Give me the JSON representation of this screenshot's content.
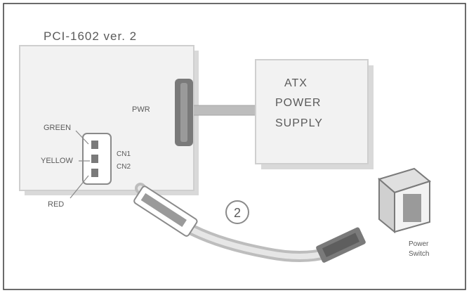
{
  "diagram": {
    "board_title": "PCI-1602 ver. 2",
    "power_supply_lines": [
      "ATX",
      "POWER",
      "SUPPLY"
    ],
    "port_label": "PWR",
    "left_labels": [
      "GREEN",
      "YELLOW",
      "RED"
    ],
    "connector_labels": [
      "CN1",
      "CN2"
    ],
    "callout_number": "2",
    "device_label_lines": [
      "Power",
      "Switch"
    ],
    "colors": {
      "frame": "#3a3a3a",
      "panel_fill": "#f2f2f2",
      "panel_border": "#cfcfcf",
      "shadow": "#d9d9d9",
      "connector": "#7a7a7a",
      "cable": "#bdbdbd",
      "text": "#5a5a5a"
    }
  }
}
